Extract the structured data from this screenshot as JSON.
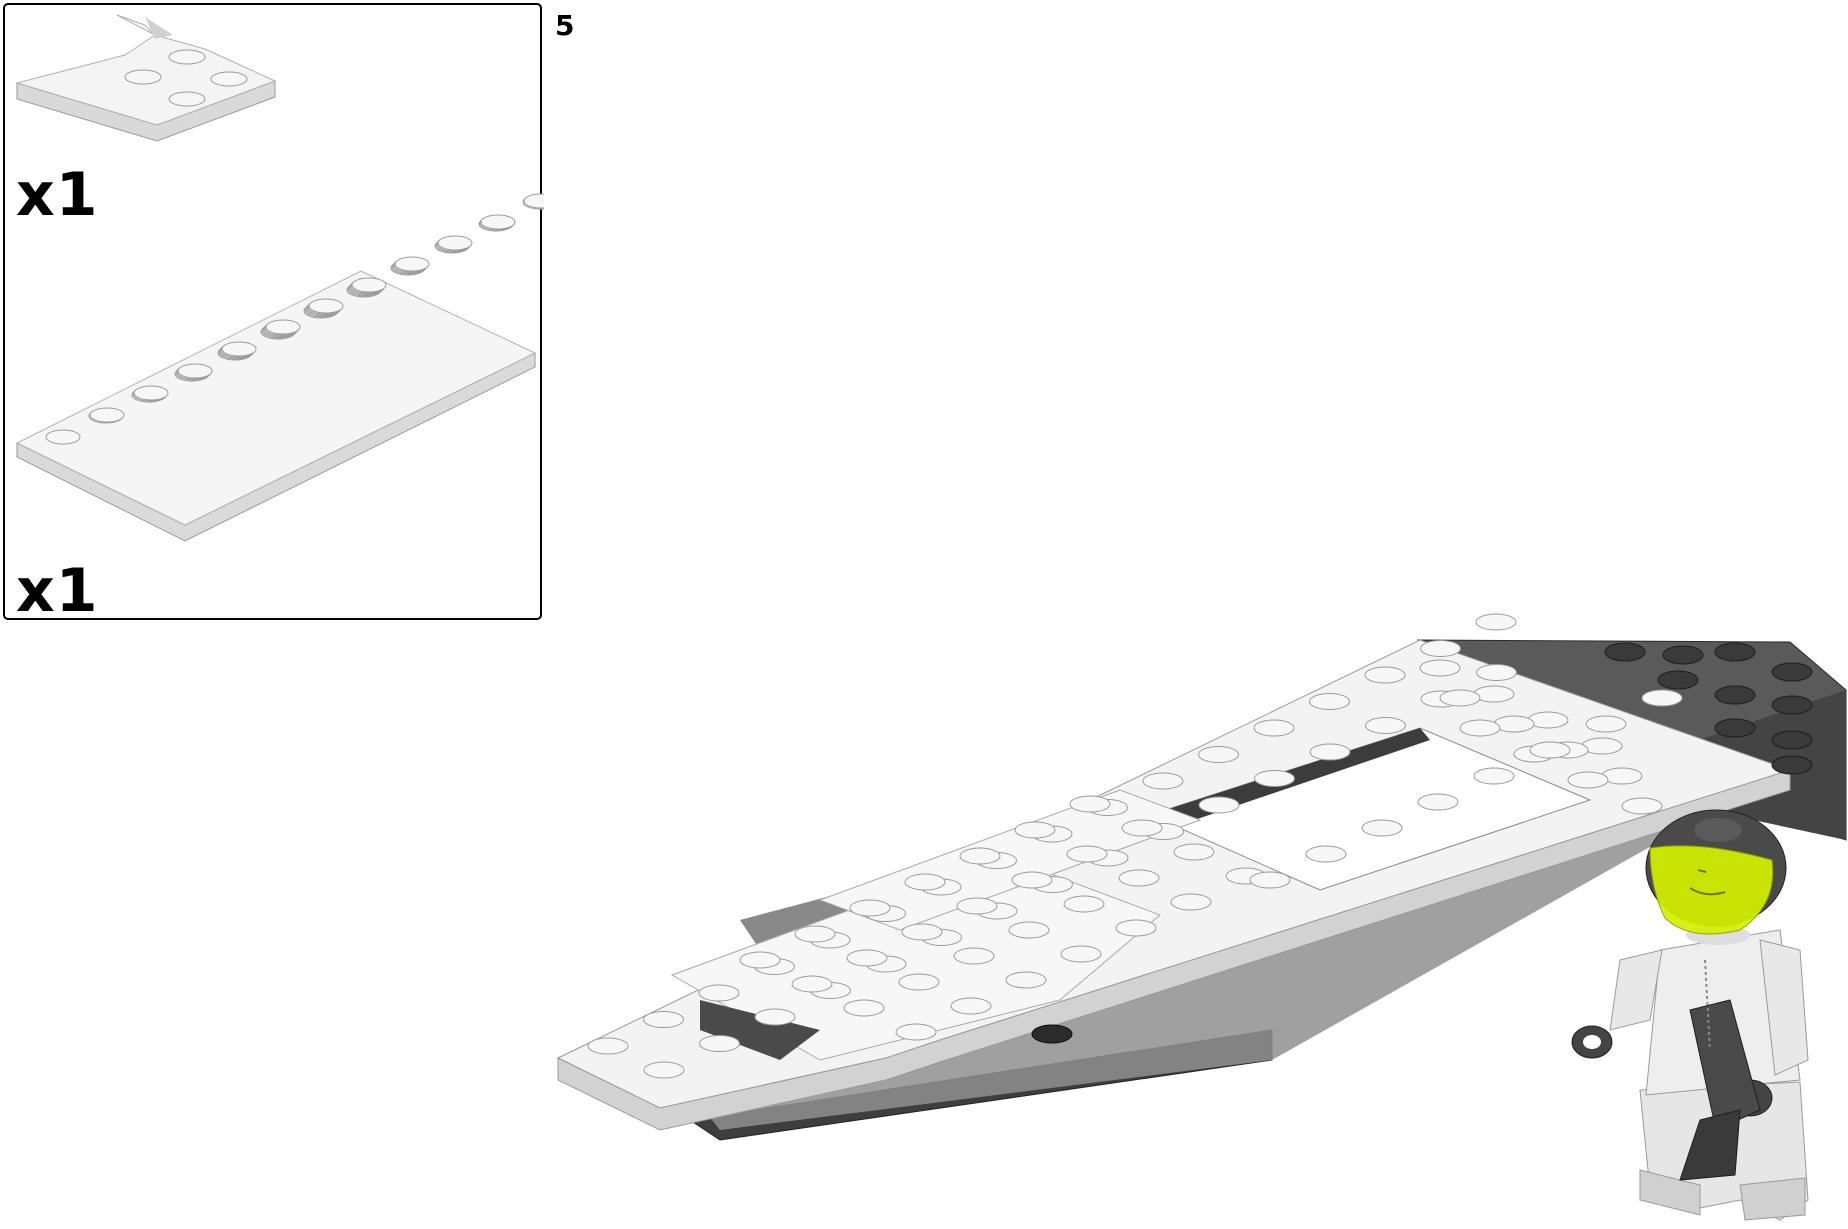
{
  "step": {
    "number": "5"
  },
  "parts_list": {
    "items": [
      {
        "part": "white-wedge-plate",
        "quantity": "x1"
      },
      {
        "part": "white-plate-6x8",
        "quantity": "x1"
      }
    ]
  },
  "assembly": {
    "contents": [
      "white-spaceship-hull-base",
      "black-wing-wedge",
      "spaceman-minifigure"
    ],
    "minifigure_visor_color": "#d4f000"
  },
  "colors": {
    "white_brick": "#f2f2f2",
    "white_shadow": "#cfcfcf",
    "black_brick": "#3a3a3a",
    "dark_brick": "#555555",
    "trans_black": "#8c8c8c"
  }
}
